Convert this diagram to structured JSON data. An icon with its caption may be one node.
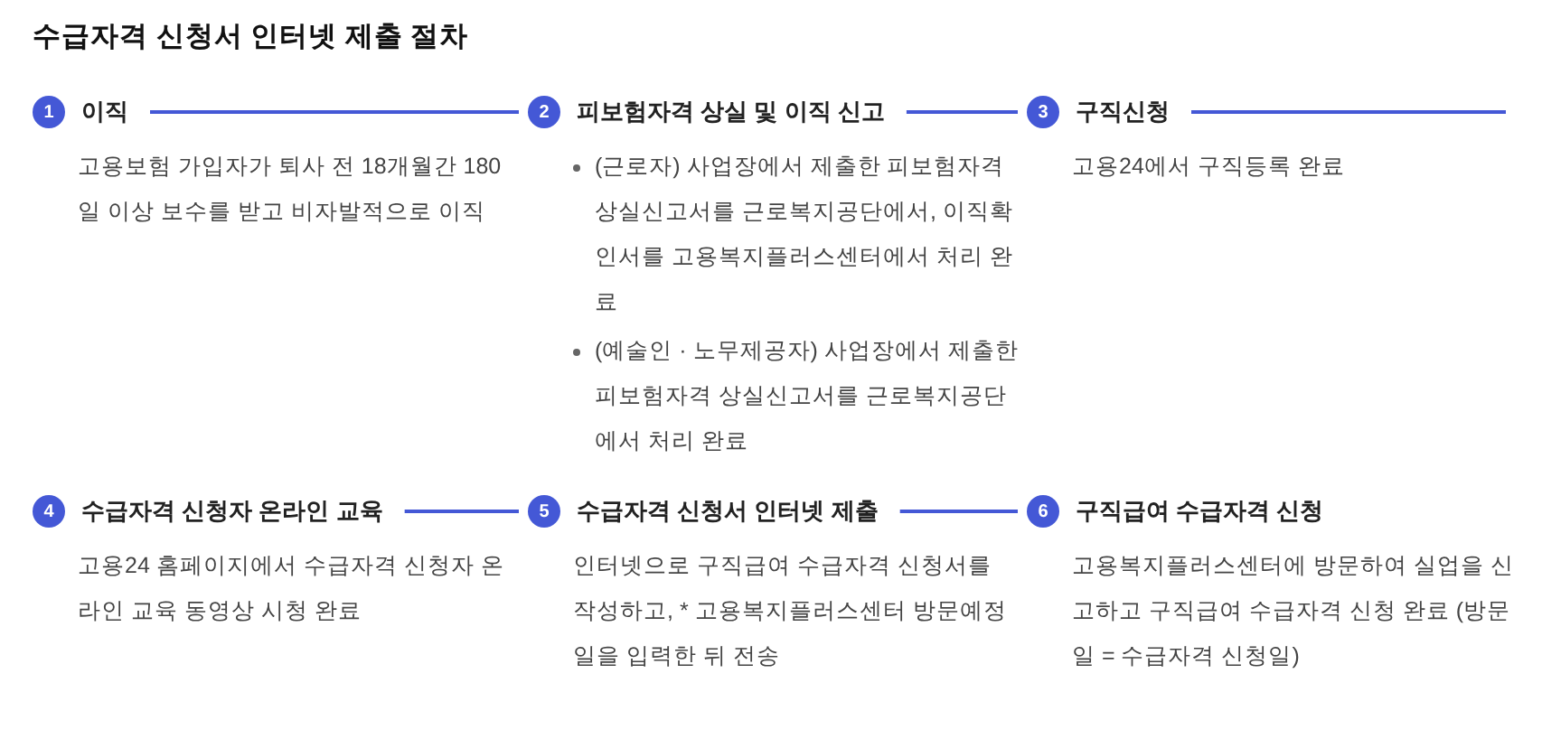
{
  "diagram": {
    "title": "수급자격 신청서 인터넷 제출 절차",
    "nodes": [
      {
        "text": [
          "1",
          "이직"
        ],
        "beside": [
          "고용보험 가입자가 퇴사 전 18개월간 180일 이상 보수를 받고 비자발적으로 이직"
        ]
      },
      {
        "text": [
          "2",
          "피보험자격 상실 및 이직 신고"
        ],
        "beside": [
          "(근로자) 사업장에서 제출한 피보험자격 상실신고서를 근로복지공단에서, 이직확인서를 고용복지플러스센터에서 처리 완료",
          "(예술인 · 노무제공자) 사업장에서 제출한 피보험자격 상실신고서를 근로복지공단에서 처리 완료"
        ]
      },
      {
        "text": [
          "3",
          "구직신청"
        ],
        "beside": [
          "고용24에서 구직등록 완료"
        ]
      },
      {
        "text": [
          "4",
          "수급자격 신청자 온라인 교육"
        ],
        "beside": [
          "고용24 홈페이지에서 수급자격 신청자 온라인 교육 동영상 시청 완료"
        ]
      },
      {
        "text": [
          "5",
          "수급자격 신청서 인터넷 제출"
        ],
        "beside": [
          "인터넷으로 구직급여 수급자격 신청서를 작성하고, * 고용복지플러스센터 방문예정일을 입력한 뒤 전송"
        ]
      },
      {
        "text": [
          "6",
          "구직급여 수급자격 신청"
        ],
        "beside": [
          "고용복지플러스센터에 방문하여 실업을 신고하고 구직급여 수급자격 신청 완료 (방문일 = 수급자격 신청일)"
        ]
      }
    ],
    "edges": [
      {
        "from": 0,
        "to": 1,
        "arrow": "none"
      },
      {
        "from": 1,
        "to": 2,
        "arrow": "none"
      },
      {
        "from": 2,
        "to": null,
        "arrow": "none"
      },
      {
        "from": 3,
        "to": 4,
        "arrow": "none"
      },
      {
        "from": 4,
        "to": 5,
        "arrow": "none"
      }
    ]
  }
}
